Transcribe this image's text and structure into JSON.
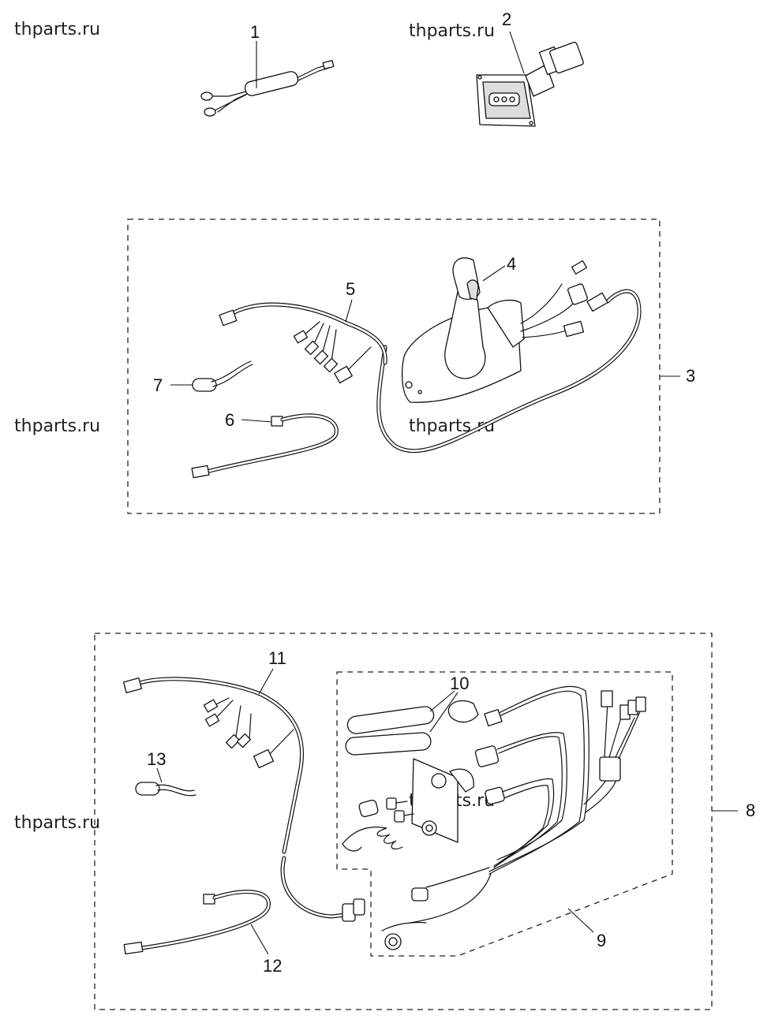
{
  "watermark": "thparts.ru",
  "callouts": {
    "c1": "1",
    "c2": "2",
    "c3": "3",
    "c4": "4",
    "c5": "5",
    "c6": "6",
    "c7": "7",
    "c8": "8",
    "c9": "9",
    "c10": "10",
    "c11": "11",
    "c12": "12",
    "c13": "13"
  }
}
